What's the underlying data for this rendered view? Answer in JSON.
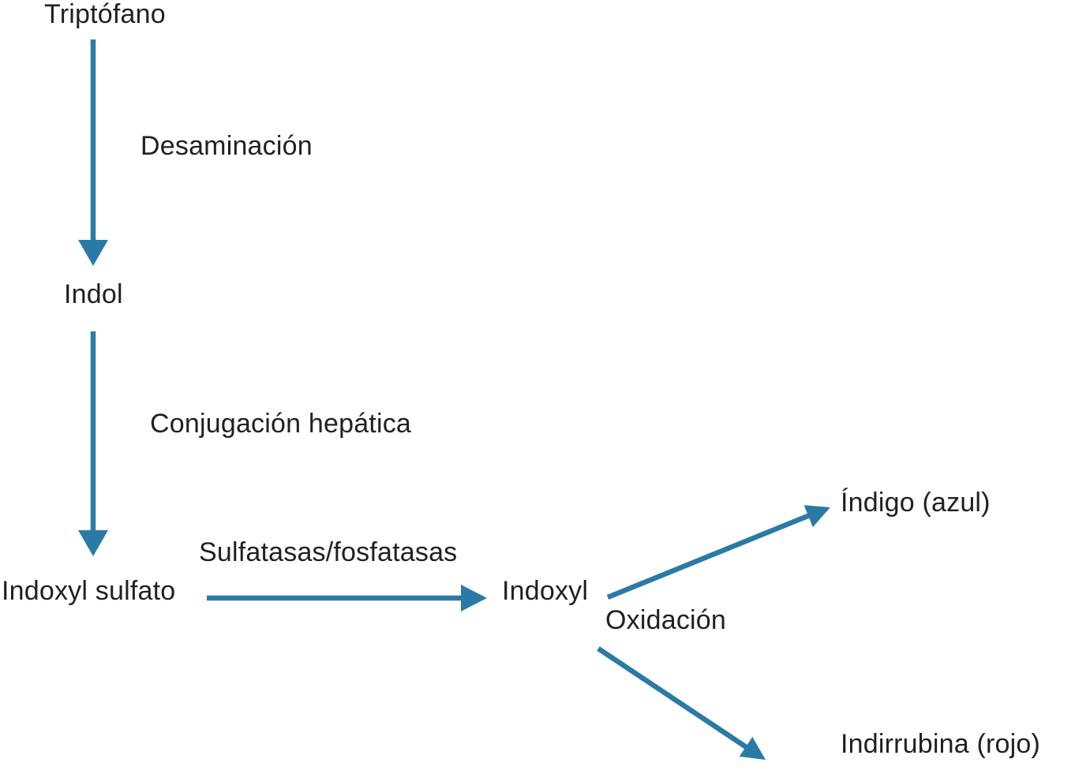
{
  "diagram": {
    "description": "Metabolic pathway of tryptophan degradation to urinary indigo pigments",
    "background_color": "#ffffff",
    "arrow_color": "#2b7aa6",
    "text_color": "#231f20",
    "nodes": [
      {
        "id": "triptofano",
        "label": "Triptófano"
      },
      {
        "id": "indol",
        "label": "Indol"
      },
      {
        "id": "indoxyl-sulfato",
        "label": "Indoxyl sulfato"
      },
      {
        "id": "indoxyl",
        "label": "Indoxyl"
      },
      {
        "id": "indigo",
        "label": "Índigo (azul)"
      },
      {
        "id": "indirrubina",
        "label": "Indirrubina (rojo)"
      }
    ],
    "process_labels": [
      {
        "id": "desaminacion",
        "label": "Desaminación"
      },
      {
        "id": "conjugacion-hepatica",
        "label": "Conjugación hepática"
      },
      {
        "id": "sulfatasas-fosfatasas",
        "label": "Sulfatasas/fosfatasas"
      },
      {
        "id": "oxidacion",
        "label": "Oxidación"
      }
    ],
    "edges": [
      {
        "from": "Triptófano",
        "to": "Indol",
        "via": "Desaminación"
      },
      {
        "from": "Indol",
        "to": "Indoxyl sulfato",
        "via": "Conjugación hepática"
      },
      {
        "from": "Indoxyl sulfato",
        "to": "Indoxyl",
        "via": "Sulfatasas/fosfatasas"
      },
      {
        "from": "Indoxyl",
        "to": "Índigo (azul)",
        "via": "Oxidación"
      },
      {
        "from": "Indoxyl",
        "to": "Indirrubina (rojo)",
        "via": "Oxidación"
      }
    ]
  }
}
